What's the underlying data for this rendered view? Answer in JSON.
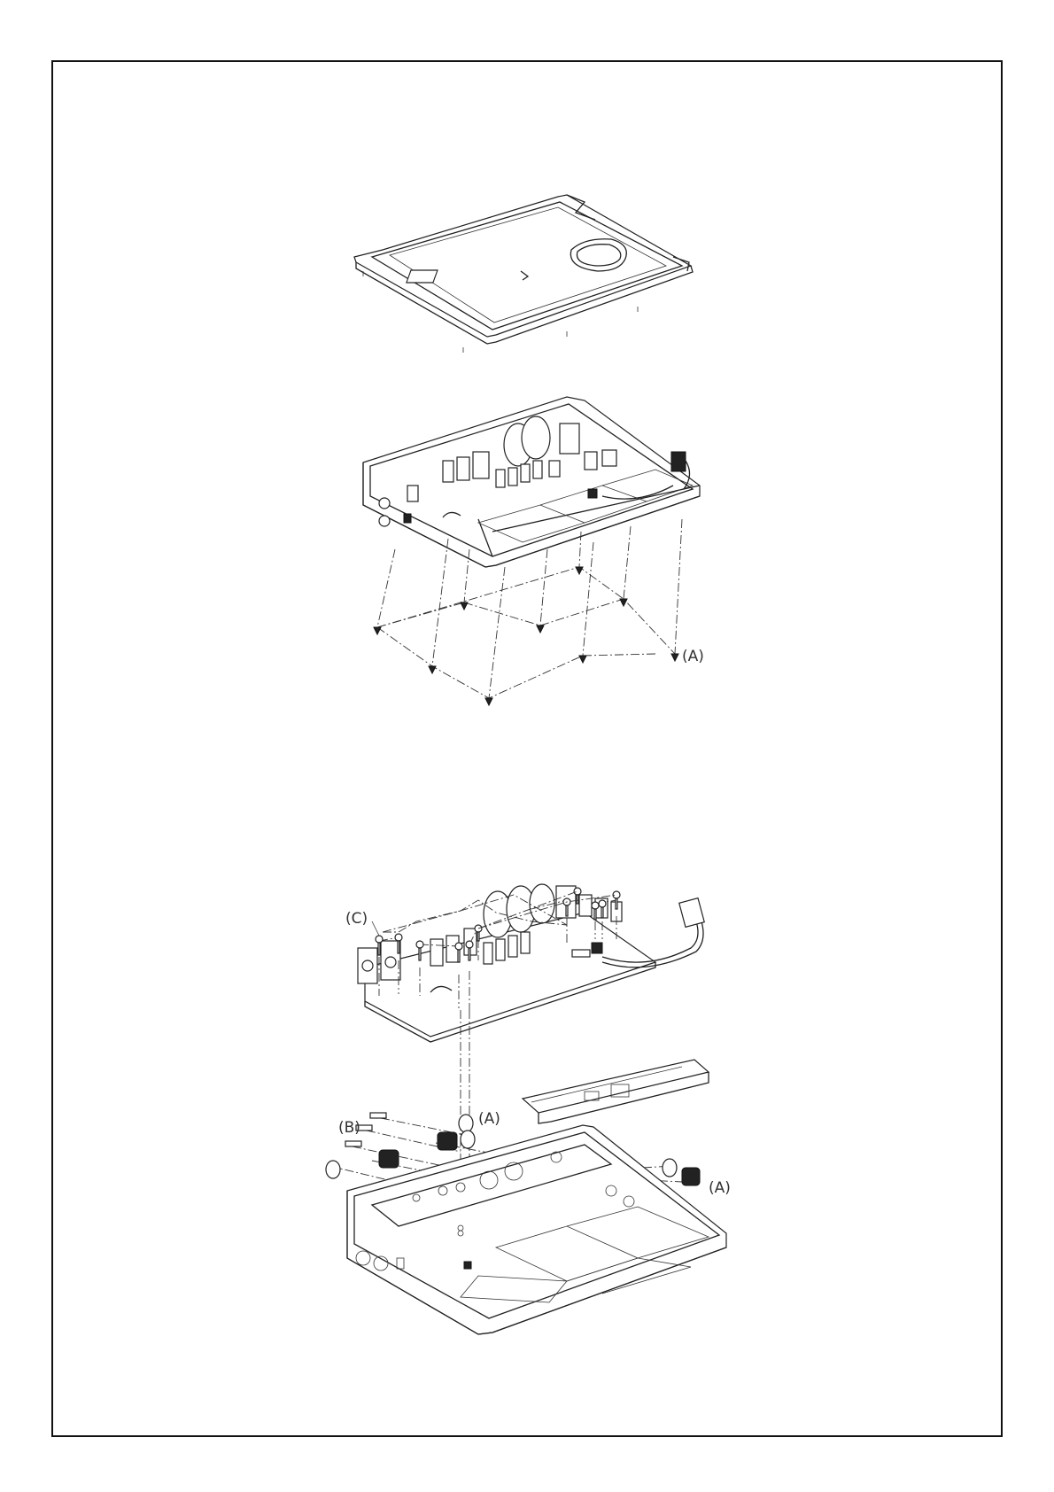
{
  "labels": {
    "a_top": "(A)",
    "c": "(C)",
    "b": "(B)",
    "a_mid": "(A)",
    "a_right": "(A)"
  }
}
